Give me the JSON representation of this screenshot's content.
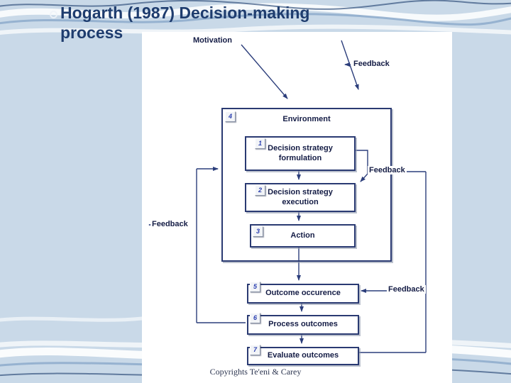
{
  "slide": {
    "title_line1": "Hogarth (1987) Decision-making",
    "title_line2": "process",
    "copyright": "Copyrights Te'eni & Carey"
  },
  "diagram": {
    "motivation_label": "Motivation",
    "feedback_top": "Feedback",
    "feedback_right": "Feedback",
    "feedback_left": "Feedback",
    "feedback_bottom": "Feedback",
    "nodes": [
      {
        "num": "4",
        "label": "Environment"
      },
      {
        "num": "1",
        "label": "Decision strategy formulation"
      },
      {
        "num": "2",
        "label": "Decision strategy execution"
      },
      {
        "num": "3",
        "label": "Action"
      },
      {
        "num": "5",
        "label": "Outcome occurence"
      },
      {
        "num": "6",
        "label": "Process outcomes"
      },
      {
        "num": "7",
        "label": "Evaluate outcomes"
      }
    ],
    "colors": {
      "background": "#c9d9e8",
      "panel": "#ffffff",
      "box_border": "#2a3a72",
      "box_text": "#141c45",
      "badge_number": "#2b3fb0",
      "title": "#1e3c6e",
      "arrow": "#2c3e7b"
    }
  }
}
